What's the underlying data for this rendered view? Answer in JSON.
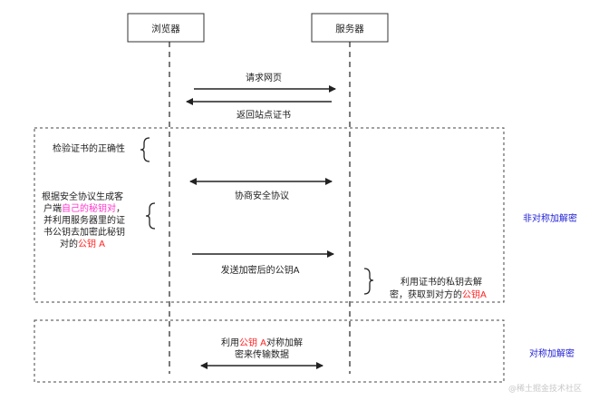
{
  "participants": {
    "browser": "浏览器",
    "server": "服务器"
  },
  "messages": {
    "request_page": "请求网页",
    "return_cert": "返回站点证书",
    "negotiate": "协商安全协议",
    "send_pubkey": "发送加密后的公钥A"
  },
  "notes": {
    "verify_cert": "检验证书的正确性",
    "keygen": {
      "line1": "根据安全协议生成客",
      "line2_pre": "户端",
      "line2_hl": "自己的秘钥对",
      "line2_post": "，",
      "line3": "并利用服务器里的证",
      "line4": "书公钥去加密此秘钥",
      "line5_pre": "对的",
      "line5_hl": "公钥 A"
    },
    "decrypt": {
      "line1": "利用证书的私钥去解",
      "line2_pre": "密，获取到对方的",
      "line2_hl": "公钥A"
    },
    "symmetric": {
      "line1_pre": "利用",
      "line1_hl": "公钥 A",
      "line1_post": "对称加解",
      "line2": "密来传输数据"
    }
  },
  "sections": {
    "asymmetric": "非对称加解密",
    "symmetric": "对称加解密"
  },
  "watermark": "@稀土掘金技术社区",
  "colors": {
    "highlight_red": "#ff2020",
    "highlight_pink": "#ff33cc",
    "section_label": "#1f1fd6",
    "line": "#222222",
    "dashed_box": "#444444"
  }
}
